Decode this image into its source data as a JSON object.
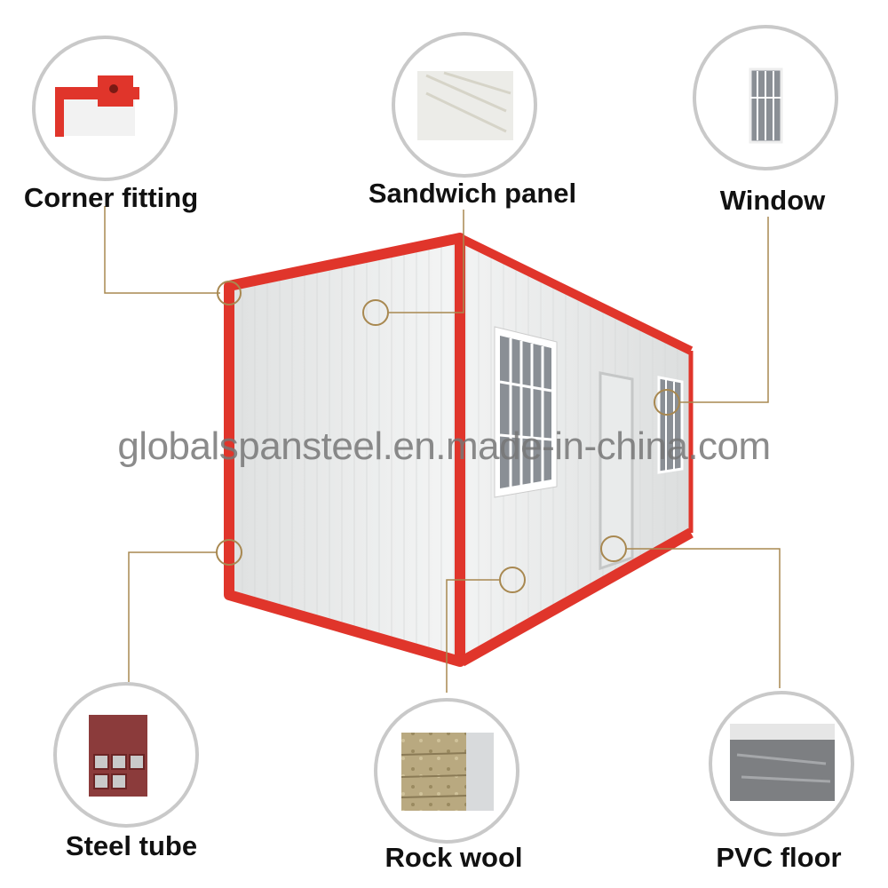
{
  "components": [
    {
      "label": "Corner fitting"
    },
    {
      "label": "Sandwich panel"
    },
    {
      "label": "Window"
    },
    {
      "label": "Steel tube"
    },
    {
      "label": "Rock wool"
    },
    {
      "label": "PVC floor"
    }
  ],
  "watermark": "globalspansteel.en.made-in-china.com",
  "colors": {
    "frame": "#e0352b",
    "panel": "#eceeee",
    "leader": "#a88850",
    "circle": "#c9c9c9"
  }
}
